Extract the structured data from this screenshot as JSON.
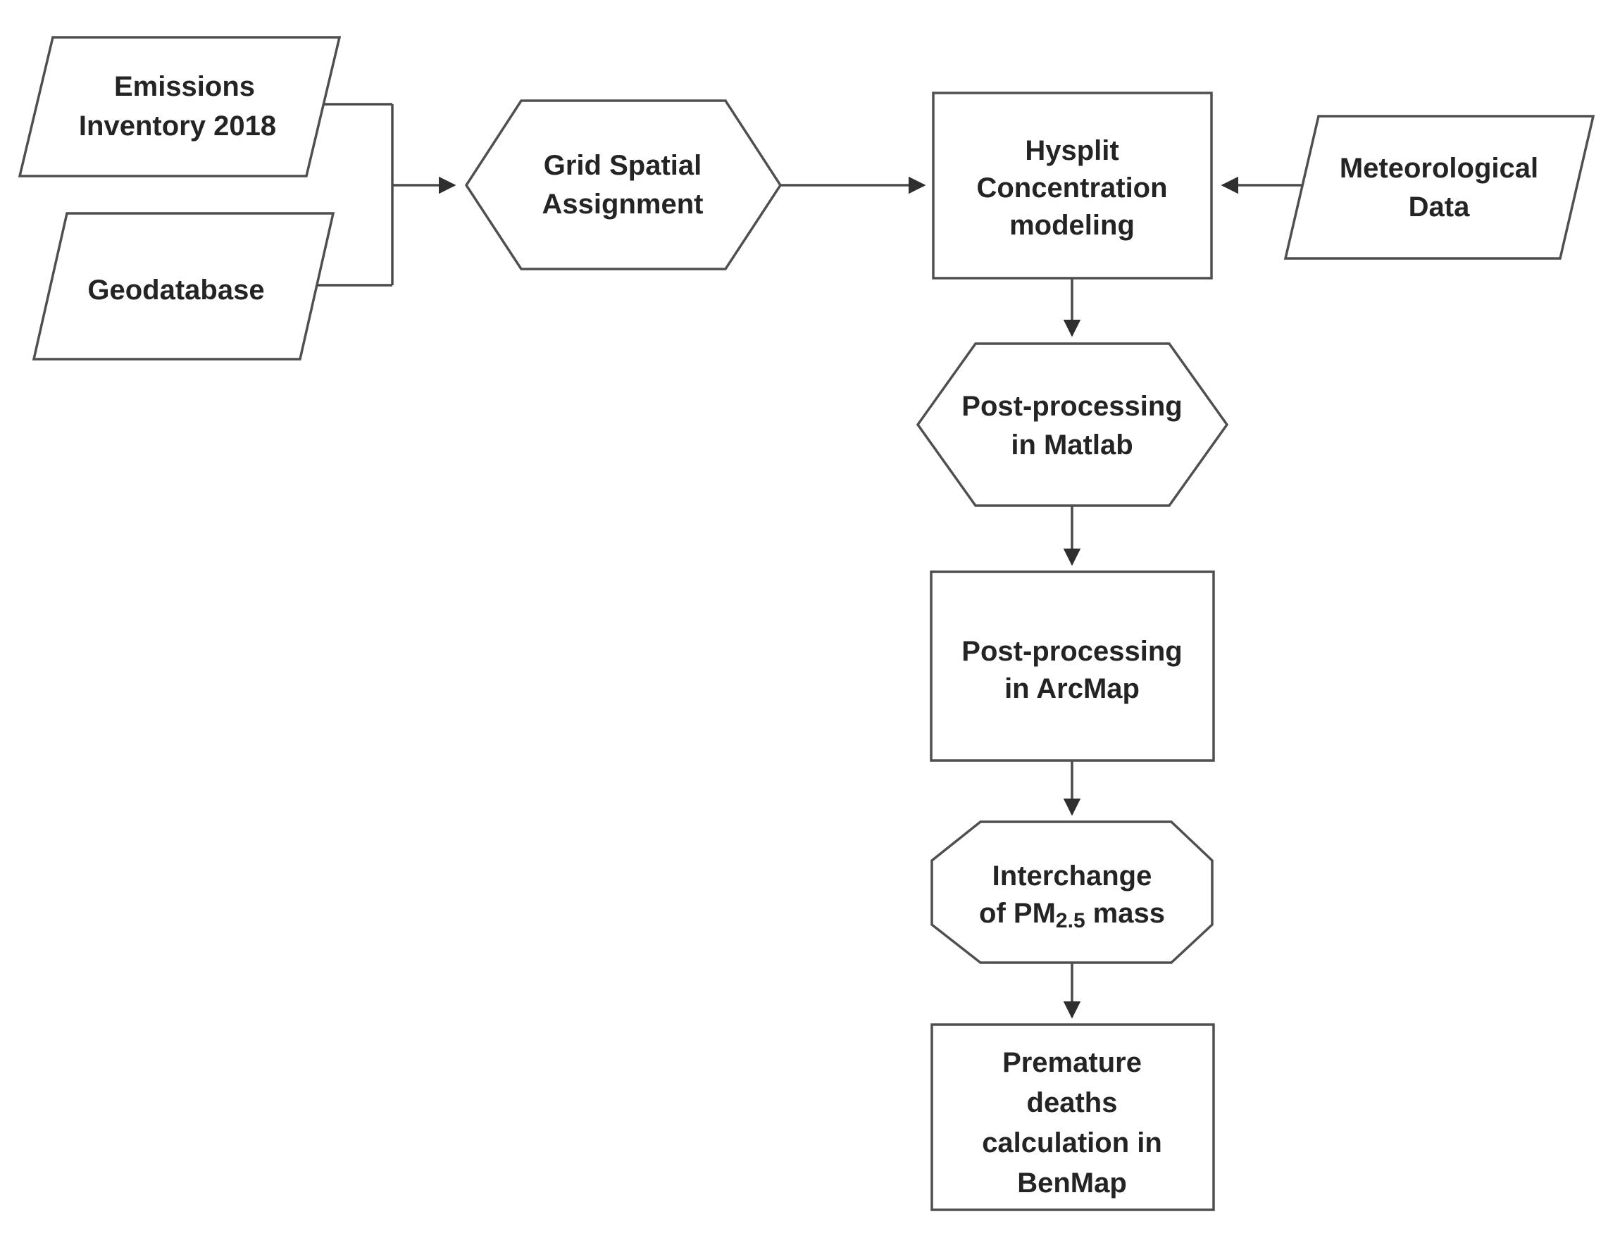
{
  "diagram": {
    "type": "flowchart",
    "background_color": "#ffffff",
    "stroke_color": "#4f4f4f",
    "text_color": "#242424",
    "nodes": {
      "emissions_inventory": {
        "shape": "parallelogram",
        "lines": [
          "Emissions",
          "Inventory 2018"
        ]
      },
      "geodatabase": {
        "shape": "parallelogram",
        "lines": [
          "Geodatabase"
        ]
      },
      "grid_spatial_assignment": {
        "shape": "hexagon",
        "lines": [
          "Grid Spatial",
          "Assignment"
        ]
      },
      "hysplit": {
        "shape": "rectangle",
        "lines": [
          "Hysplit",
          "Concentration",
          "modeling"
        ]
      },
      "meteorological_data": {
        "shape": "parallelogram",
        "lines": [
          "Meteorological",
          "Data"
        ]
      },
      "post_processing_matlab": {
        "shape": "hexagon",
        "lines": [
          "Post-processing",
          "in Matlab"
        ]
      },
      "post_processing_arcmap": {
        "shape": "rectangle",
        "lines": [
          "Post-processing",
          "in ArcMap"
        ]
      },
      "interchange_pm25": {
        "shape": "octagon",
        "line1": "Interchange",
        "line2": {
          "prefix": "of PM",
          "subscript": "2.5",
          "suffix": "mass"
        }
      },
      "benmap": {
        "shape": "rectangle",
        "lines": [
          "Premature",
          "deaths",
          "calculation in",
          "BenMap"
        ]
      }
    },
    "edges": [
      {
        "from": "emissions_inventory",
        "to": "grid_spatial_assignment",
        "via": "merge_junction"
      },
      {
        "from": "geodatabase",
        "to": "grid_spatial_assignment",
        "via": "merge_junction"
      },
      {
        "from": "grid_spatial_assignment",
        "to": "hysplit"
      },
      {
        "from": "meteorological_data",
        "to": "hysplit"
      },
      {
        "from": "hysplit",
        "to": "post_processing_matlab"
      },
      {
        "from": "post_processing_matlab",
        "to": "post_processing_arcmap"
      },
      {
        "from": "post_processing_arcmap",
        "to": "interchange_pm25"
      },
      {
        "from": "interchange_pm25",
        "to": "benmap"
      }
    ]
  }
}
